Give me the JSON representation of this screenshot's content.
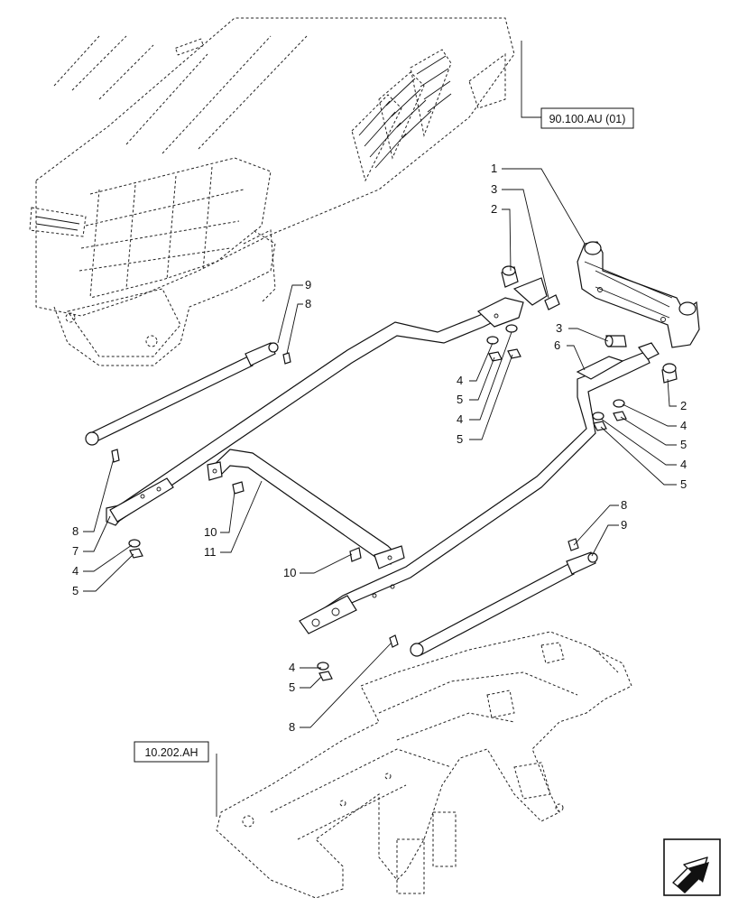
{
  "references": {
    "top_right": "90.100.AU (01)",
    "bottom_left": "10.202.AH"
  },
  "callouts": [
    {
      "id": "c1",
      "text": "1"
    },
    {
      "id": "c2",
      "text": "3"
    },
    {
      "id": "c3",
      "text": "2"
    },
    {
      "id": "c4",
      "text": "9"
    },
    {
      "id": "c5",
      "text": "8"
    },
    {
      "id": "c6",
      "text": "4"
    },
    {
      "id": "c7",
      "text": "5"
    },
    {
      "id": "c8",
      "text": "4"
    },
    {
      "id": "c9",
      "text": "5"
    },
    {
      "id": "c10",
      "text": "3"
    },
    {
      "id": "c11",
      "text": "6"
    },
    {
      "id": "c12",
      "text": "2"
    },
    {
      "id": "c13",
      "text": "4"
    },
    {
      "id": "c14",
      "text": "5"
    },
    {
      "id": "c15",
      "text": "4"
    },
    {
      "id": "c16",
      "text": "5"
    },
    {
      "id": "c17",
      "text": "8"
    },
    {
      "id": "c18",
      "text": "7"
    },
    {
      "id": "c19",
      "text": "4"
    },
    {
      "id": "c20",
      "text": "5"
    },
    {
      "id": "c21",
      "text": "10"
    },
    {
      "id": "c22",
      "text": "11"
    },
    {
      "id": "c23",
      "text": "10"
    },
    {
      "id": "c24",
      "text": "8"
    },
    {
      "id": "c25",
      "text": "9"
    },
    {
      "id": "c26",
      "text": "4"
    },
    {
      "id": "c27",
      "text": "5"
    },
    {
      "id": "c28",
      "text": "8"
    }
  ],
  "nav_icon": "arrow-next-icon"
}
